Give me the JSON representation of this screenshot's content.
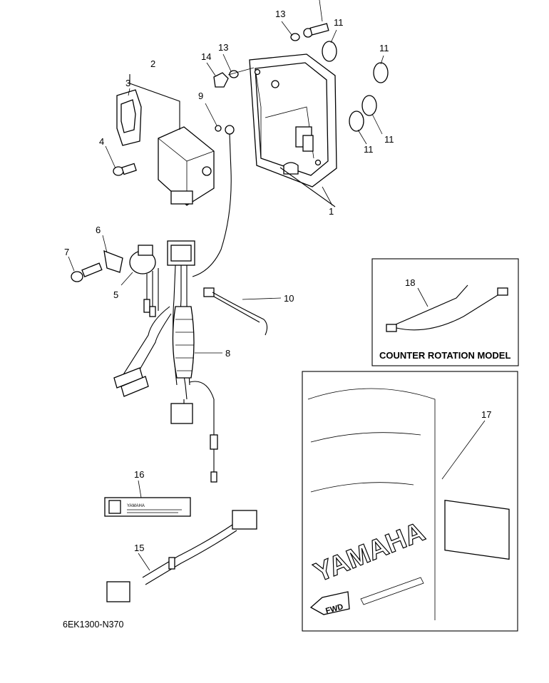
{
  "diagram": {
    "code": "6EK1300-N370",
    "inset_title": "COUNTER ROTATION MODEL",
    "decal_brand": "YAMAHA",
    "decal_direction": "FWD",
    "label_brand": "YAMAHA",
    "callouts": {
      "c1": "1",
      "c2": "2",
      "c3": "3",
      "c4": "4",
      "c5": "5",
      "c6": "6",
      "c7": "7",
      "c8": "8",
      "c9": "9",
      "c10": "10",
      "c11a": "11",
      "c11b": "11",
      "c11c": "11",
      "c11d": "11",
      "c13a": "13",
      "c13b": "13",
      "c14": "14",
      "c15": "15",
      "c16": "16",
      "c17": "17",
      "c18": "18"
    }
  }
}
